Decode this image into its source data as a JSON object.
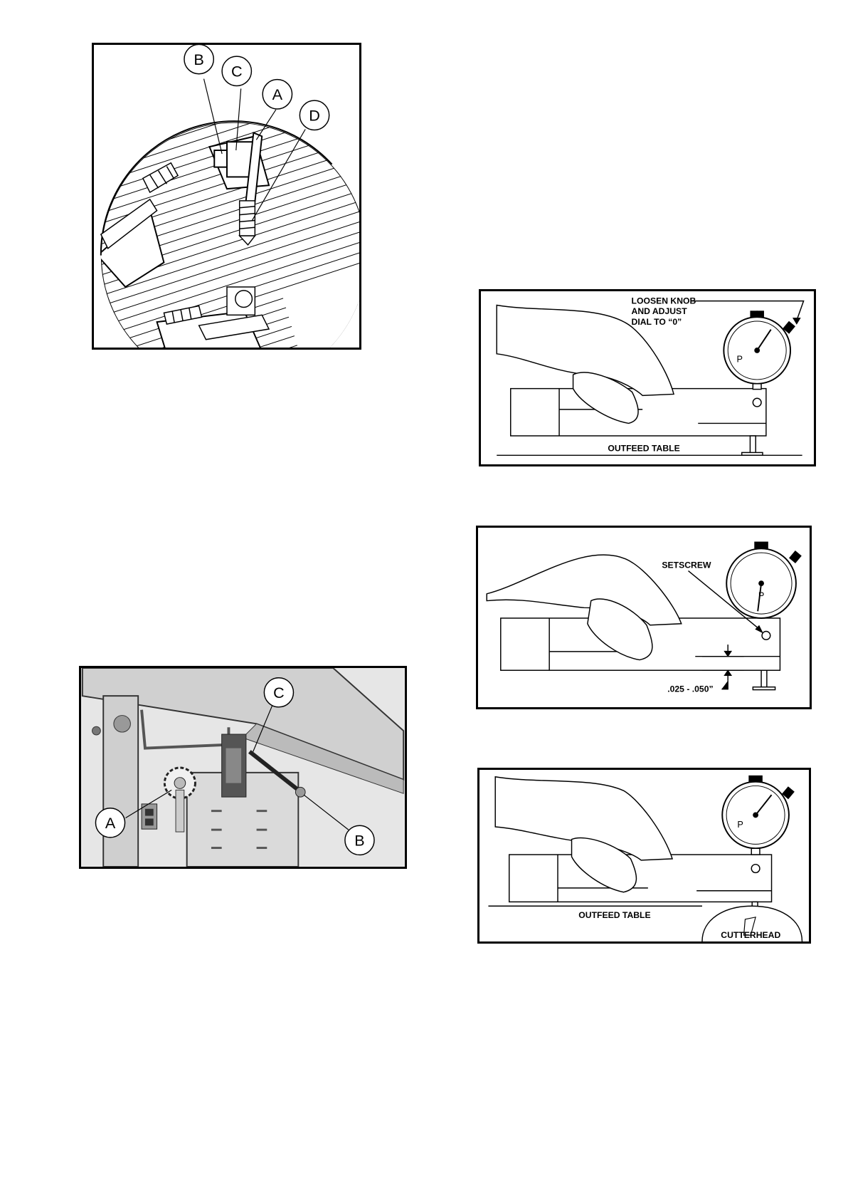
{
  "figure1": {
    "callouts": [
      "B",
      "C",
      "A",
      "D"
    ]
  },
  "figure2": {
    "labels": {
      "loosen": [
        "LOOSEN KNOB",
        "AND ADJUST",
        "DIAL TO “0”"
      ],
      "table": "OUTFEED TABLE"
    }
  },
  "figure3": {
    "labels": {
      "setscrew": "SETSCREW",
      "gap": ".025 - .050”"
    }
  },
  "figure4": {
    "callouts": [
      "C",
      "A",
      "B"
    ]
  },
  "figure5": {
    "labels": {
      "table": "OUTFEED TABLE",
      "cutterhead": "CUTTERHEAD"
    }
  },
  "dial_face": {
    "marker": "P"
  }
}
